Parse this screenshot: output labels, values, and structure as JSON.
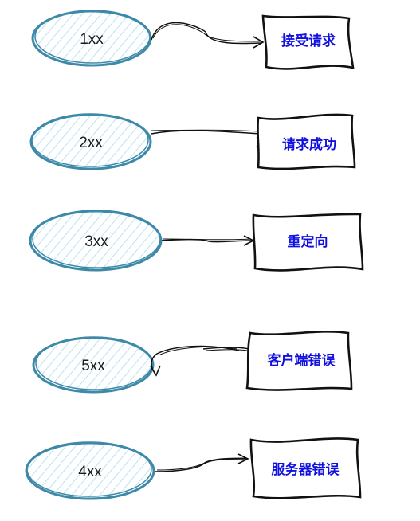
{
  "colors": {
    "ellipse_stroke": "#3d89a8",
    "ellipse_hatch": "#a7dcf0",
    "ink": "#111111",
    "label_text": "#1a1a1a",
    "meaning_text": "#1010e0"
  },
  "rows": [
    {
      "code": "1xx",
      "meaning": "接受请求"
    },
    {
      "code": "2xx",
      "meaning": "请求成功"
    },
    {
      "code": "3xx",
      "meaning": "重定向"
    },
    {
      "code": "5xx",
      "meaning": "客户端错误"
    },
    {
      "code": "4xx",
      "meaning": "服务器错误"
    }
  ]
}
